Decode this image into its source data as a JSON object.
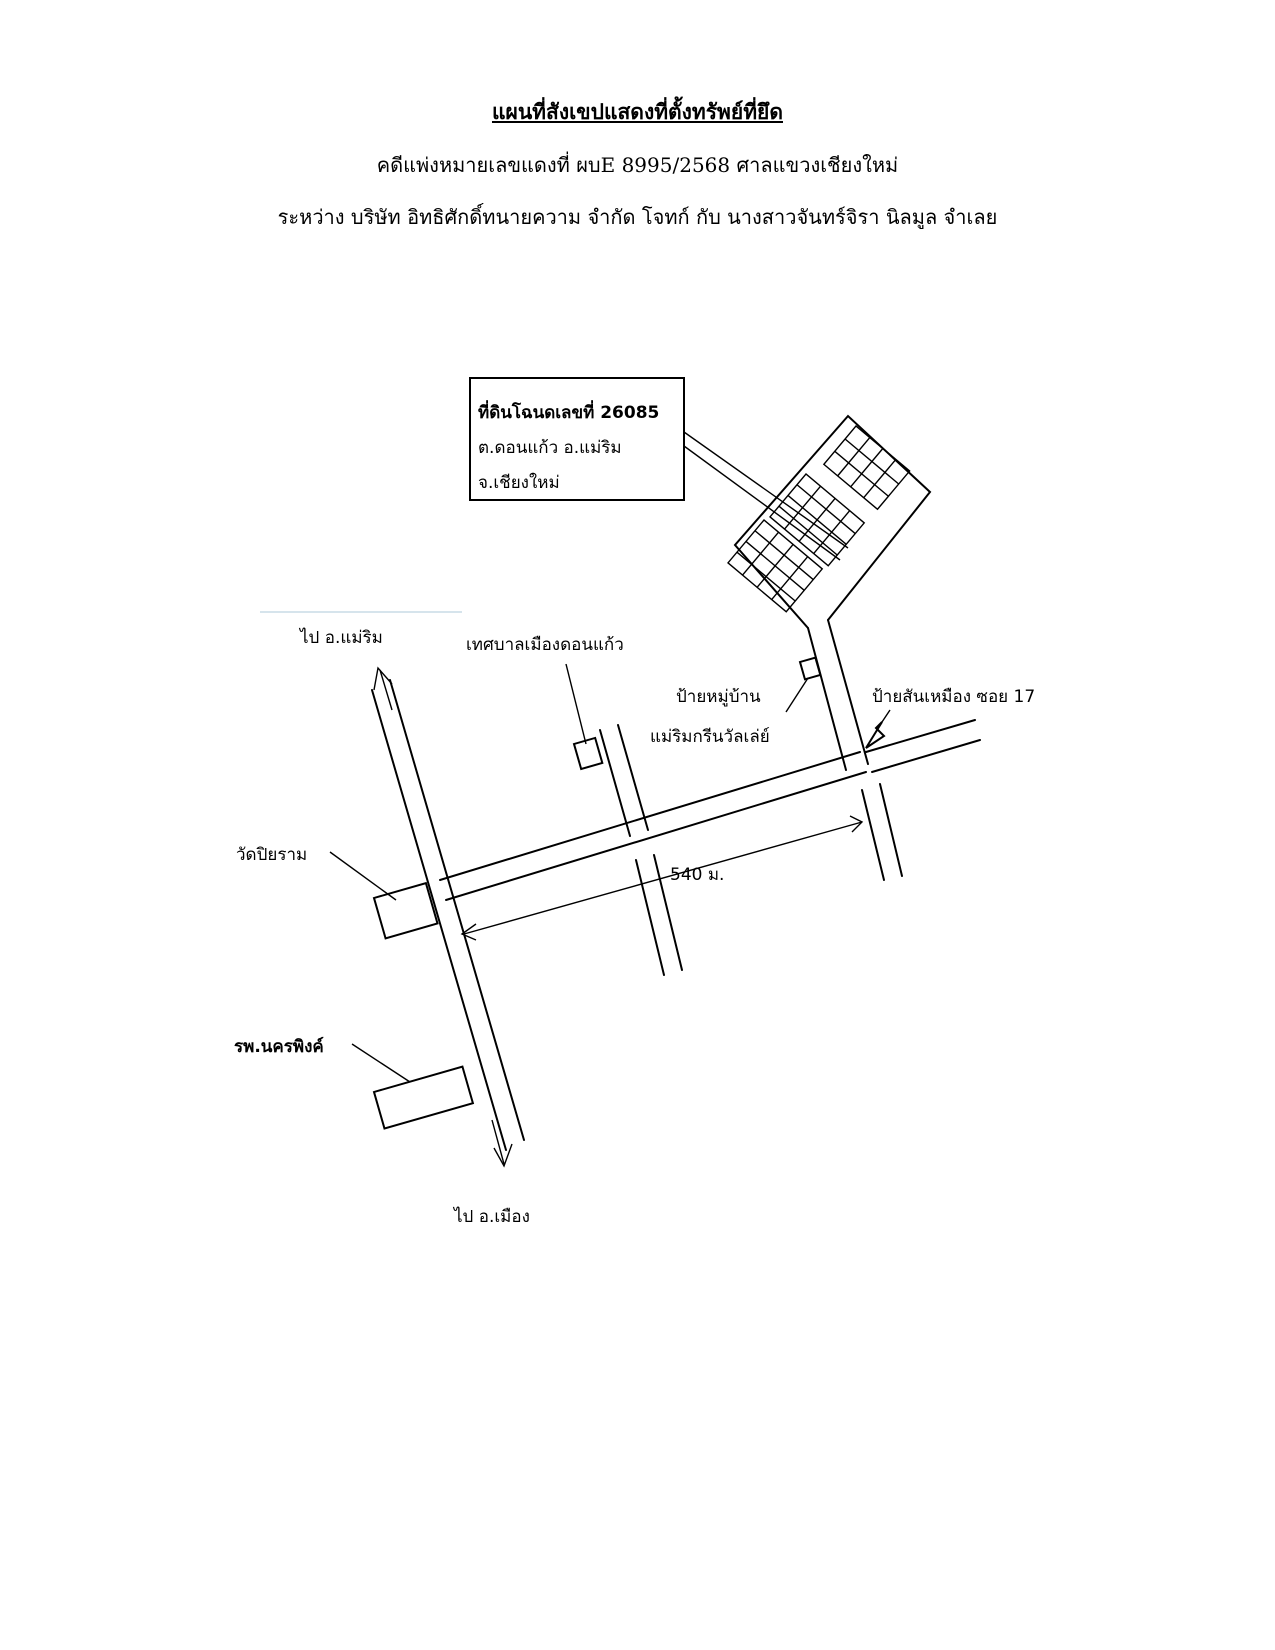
{
  "header": {
    "title": "แผนที่สังเขปแสดงที่ตั้งทรัพย์ที่ยึด",
    "case_line": "คดีแพ่งหมายเลขแดงที่ ผบE 8995/2568 ศาลแขวงเชียงใหม่",
    "parties_line": "ระหว่าง บริษัท อิทธิศักดิ์ทนายความ จำกัด โจทก์ กับ นางสาวจันทร์จิรา นิลมูล จำเลย"
  },
  "map": {
    "land_box": {
      "line1": "ที่ดินโฉนดเลขที่ 26085",
      "line2": "ต.ดอนแก้ว อ.แม่ริม",
      "line3": "จ.เชียงใหม่"
    },
    "labels": {
      "to_mae_rim": "ไป อ.แม่ริม",
      "to_mueang": "ไป อ.เมือง",
      "municipality": "เทศบาลเมืองดอนแก้ว",
      "village_sign_1": "ป้ายหมู่บ้าน",
      "village_sign_2": "แม่ริมกรีนวัลเล่ย์",
      "san_nuea_sign": "ป้ายสันเหมือง ซอย 17",
      "wat": "วัดปิยราม",
      "hospital": "รพ.นครพิงค์",
      "distance": "540 ม."
    }
  }
}
